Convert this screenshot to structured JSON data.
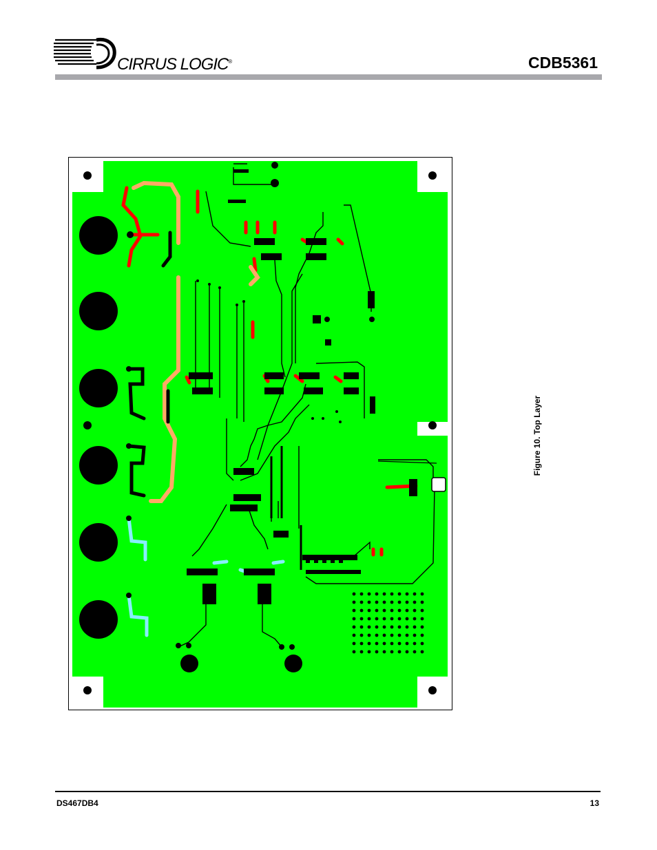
{
  "header": {
    "company": "CIRRUS LOGIC",
    "registered_mark": "®",
    "product": "CDB5361"
  },
  "figure": {
    "caption": "Figure 10.  Top Layer",
    "colors": {
      "board": "#00ff00",
      "trace_red": "#ff0000",
      "trace_orange": "#ffaa66",
      "trace_cyan": "#88eeff",
      "trace_black": "#000000",
      "outline": "#000000"
    }
  },
  "footer": {
    "doc_id": "DS467DB4",
    "page_number": "13"
  }
}
